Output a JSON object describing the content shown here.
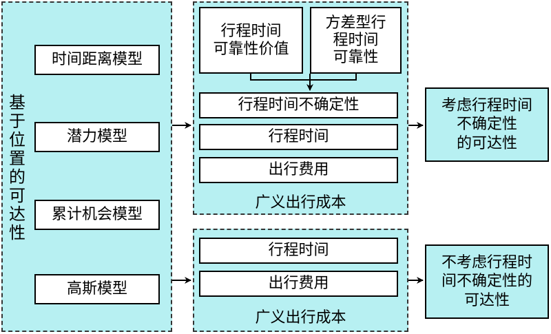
{
  "left_group": {
    "vertical_label": "基于位置的可达性",
    "models": [
      "时间距离模型",
      "潜力模型",
      "累计机会模型",
      "高斯模型"
    ]
  },
  "upper_group": {
    "reliability_boxes": [
      "行程时间\n可靠性价值",
      "方差型行\n程时间\n可靠性"
    ],
    "items": [
      "行程时间不确定性",
      "行程时间",
      "出行费用"
    ],
    "caption": "广义出行成本",
    "result": "考虑行程时间\n不确定性\n的可达性"
  },
  "lower_group": {
    "items": [
      "行程时间",
      "出行费用"
    ],
    "caption": "广义出行成本",
    "result": "不考虑行程时\n间不确定性的\n可达性"
  }
}
